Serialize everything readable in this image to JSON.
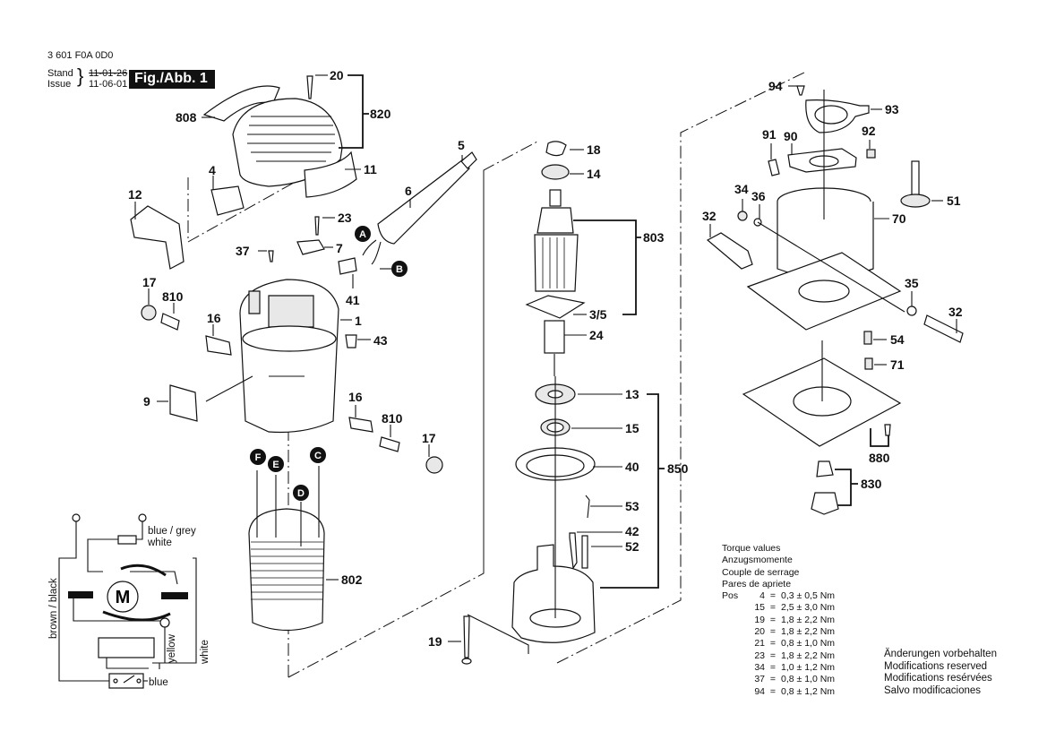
{
  "header": {
    "part_number": "3 601 F0A 0D0",
    "stand_label": "Stand",
    "issue_label": "Issue",
    "stand_date_struck": "11-01-26",
    "issue_date": "11-06-01",
    "figure_title": "Fig./Abb. 1"
  },
  "labels": {
    "p20": "20",
    "p820": "820",
    "p808": "808",
    "p11": "11",
    "p4": "4",
    "p12": "12",
    "p5": "5",
    "p6": "6",
    "p23": "23",
    "p7": "7",
    "p37": "37",
    "p41": "41",
    "p17a": "17",
    "p810a": "810",
    "p16a": "16",
    "p1": "1",
    "p43": "43",
    "p9": "9",
    "p16b": "16",
    "p810b": "810",
    "p17b": "17",
    "p802": "802",
    "p18": "18",
    "p14": "14",
    "p803": "803",
    "p35a": "3/5",
    "p24": "24",
    "p13": "13",
    "p15": "15",
    "p40": "40",
    "p850": "850",
    "p53": "53",
    "p42": "42",
    "p52": "52",
    "p19": "19",
    "p94": "94",
    "p93": "93",
    "p91": "91",
    "p90": "90",
    "p92": "92",
    "p34": "34",
    "p36": "36",
    "p51": "51",
    "p32a": "32",
    "p70": "70",
    "p35": "35",
    "p32b": "32",
    "p54": "54",
    "p71": "71",
    "p880": "880",
    "p830": "830"
  },
  "connectors": {
    "A": "A",
    "B": "B",
    "C": "C",
    "D": "D",
    "E": "E",
    "F": "F"
  },
  "wiring": {
    "motor_symbol": "M",
    "blue_grey": "blue / grey",
    "white_top": "white",
    "brown_black": "brown / black",
    "yellow": "yellow",
    "white_right": "white",
    "blue": "blue"
  },
  "torque": {
    "title_lines": [
      "Torque values",
      "Anzugsmomente",
      "Couple de serrage",
      "Pares de apriete"
    ],
    "pos_label": "Pos",
    "unit": "Nm",
    "rows": [
      {
        "pos": "4",
        "value": "0,3 ± 0,5 Nm"
      },
      {
        "pos": "15",
        "value": "2,5 ± 3,0 Nm"
      },
      {
        "pos": "19",
        "value": "1,8 ± 2,2 Nm"
      },
      {
        "pos": "20",
        "value": "1,8 ± 2,2 Nm"
      },
      {
        "pos": "21",
        "value": "0,8 ± 1,0 Nm"
      },
      {
        "pos": "23",
        "value": "1,8 ± 2,2 Nm"
      },
      {
        "pos": "34",
        "value": "1,0 ± 1,2 Nm"
      },
      {
        "pos": "37",
        "value": "0,8 ± 1,0 Nm"
      },
      {
        "pos": "94",
        "value": "0,8 ± 1,2 Nm"
      }
    ]
  },
  "modifications": [
    "Änderungen vorbehalten",
    "Modifications reserved",
    "Modifications resérvées",
    "Salvo modificaciones"
  ]
}
